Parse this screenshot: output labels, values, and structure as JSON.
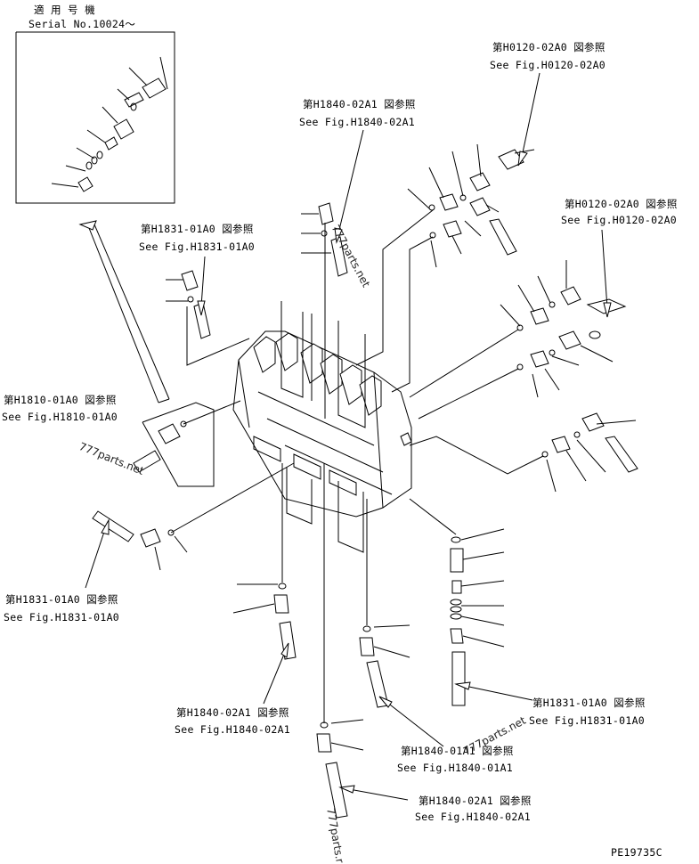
{
  "serial_box": {
    "title": "適 用 号 機",
    "serial": "Serial No.10024～"
  },
  "references": [
    {
      "id": "ref-h0120-top",
      "jp": "第H0120-02A0 図参照",
      "en": "See Fig.H0120-02A0"
    },
    {
      "id": "ref-h1840-02a1-top",
      "jp": "第H1840-02A1 図参照",
      "en": "See Fig.H1840-02A1"
    },
    {
      "id": "ref-h0120-right",
      "jp": "第H0120-02A0 図参照",
      "en": "See Fig.H0120-02A0"
    },
    {
      "id": "ref-h1831-top",
      "jp": "第H1831-01A0 図参照",
      "en": "See Fig.H1831-01A0"
    },
    {
      "id": "ref-h1810",
      "jp": "第H1810-01A0 図参照",
      "en": "See Fig.H1810-01A0"
    },
    {
      "id": "ref-h1831-left",
      "jp": "第H1831-01A0 図参照",
      "en": "See Fig.H1831-01A0"
    },
    {
      "id": "ref-h1831-right",
      "jp": "第H1831-01A0 図参照",
      "en": "See Fig.H1831-01A0"
    },
    {
      "id": "ref-h1840-02a1-mid",
      "jp": "第H1840-02A1 図参照",
      "en": "See Fig.H1840-02A1"
    },
    {
      "id": "ref-h1840-01a1",
      "jp": "第H1840-01A1 図参照",
      "en": "See Fig.H1840-01A1"
    },
    {
      "id": "ref-h1840-02a1-bottom",
      "jp": "第H1840-02A1 図参照",
      "en": "See Fig.H1840-02A1"
    }
  ],
  "watermarks": [
    "777parts.net",
    "777parts.net",
    "777parts.net",
    "777parts.r"
  ],
  "drawing_number": "PE19735C"
}
